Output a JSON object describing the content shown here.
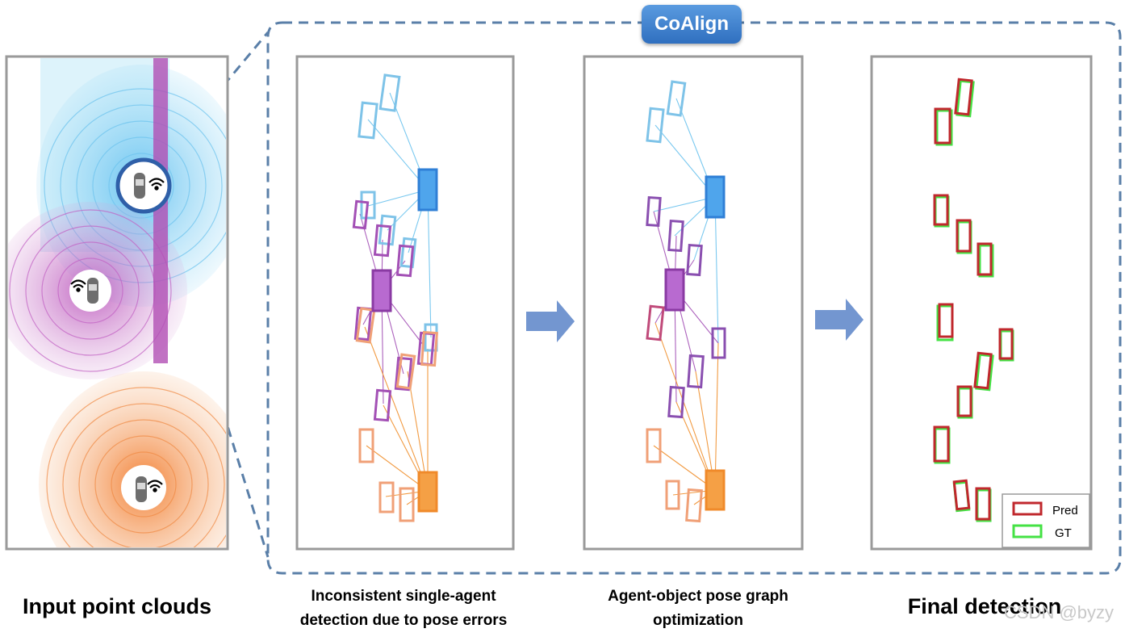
{
  "badge": {
    "label": "CoAlign"
  },
  "captions": {
    "input": "Input point clouds",
    "inconsistent_line1": "Inconsistent single-agent",
    "inconsistent_line2": "detection due to pose errors",
    "agent_line1": "Agent-object pose graph",
    "agent_line2": "optimization",
    "final": "Final detection"
  },
  "legend": {
    "items": [
      {
        "label": "Pred",
        "color": "#c0282d"
      },
      {
        "label": "GT",
        "color": "#44e244"
      }
    ]
  },
  "watermark": "CSDN @byzy",
  "colors": {
    "agent_blue": "#3a9be8",
    "agent_purple": "#a350b5",
    "agent_orange": "#f0902e",
    "panel_border": "#9a9a9a",
    "dashed_border": "#5a7fa8",
    "arrow": "#7396d0"
  },
  "icons": {
    "vehicle": "car-icon",
    "signal": "wifi-icon",
    "arrow": "right-arrow-icon"
  }
}
